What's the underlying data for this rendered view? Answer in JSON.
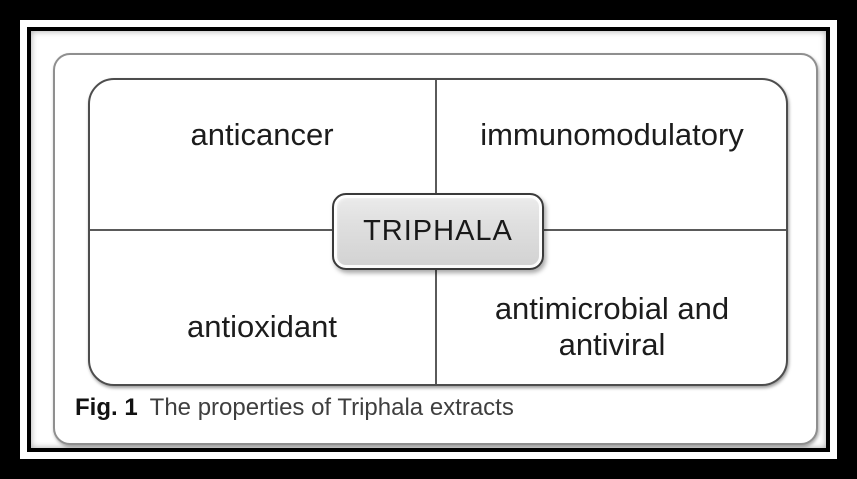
{
  "figure": {
    "caption": {
      "label": "Fig. 1",
      "text": "The properties of Triphala extracts"
    },
    "center_node": {
      "label": "TRIPHALA"
    },
    "quadrants": {
      "top_left": "anticancer",
      "top_right": "immunomodulatory",
      "bottom_left": "antioxidant",
      "bottom_right": "antimicrobial and antiviral"
    },
    "colors": {
      "frame": "#000000",
      "panel_border": "#8f8f8f",
      "box_border": "#4d4d4d",
      "center_fill": "#d9d9d9",
      "label_text": "#1c1c1c",
      "caption_text": "#3f3f3f"
    }
  }
}
